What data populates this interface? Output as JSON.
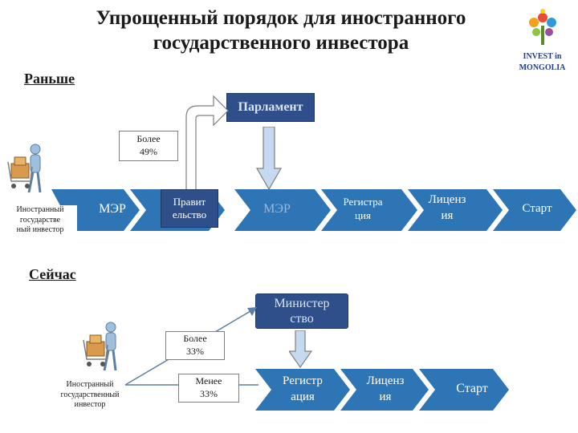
{
  "title": {
    "line1": "Упрощенный порядок для иностранного",
    "line2": "государственного инвестора"
  },
  "logo": {
    "line1": "INVEST in",
    "line2": "MONGOLIA"
  },
  "before": {
    "heading": "Раньше",
    "investor_label": [
      "Иностранный",
      "государстве",
      "ный инвестор"
    ],
    "threshold_label": [
      "Более",
      "49%"
    ],
    "steps": {
      "mer": "МЭР",
      "government": [
        "Правит",
        "ельство"
      ],
      "parliament": "Парламент",
      "mer2": "МЭР",
      "registration": [
        "Регистра",
        "ция"
      ],
      "license": [
        "Лиценз",
        "ия"
      ],
      "start": "Старт"
    }
  },
  "now": {
    "heading": "Сейчас",
    "investor_label": [
      "Иностранный",
      "государственный",
      "инвестор"
    ],
    "more_label": [
      "Более",
      "33%"
    ],
    "less_label": [
      "Менее",
      "33%"
    ],
    "steps": {
      "ministry": [
        "Министер",
        "ство"
      ],
      "registration": [
        "Регистр",
        "ация"
      ],
      "license": [
        "Лиценз",
        "ия"
      ],
      "start": "Старт"
    }
  },
  "colors": {
    "chevron": "#2e75b6",
    "navy": "#2e4f8a",
    "arrow_fill": "#c5d9f1",
    "arrow_stroke": "#7f7f7f"
  }
}
